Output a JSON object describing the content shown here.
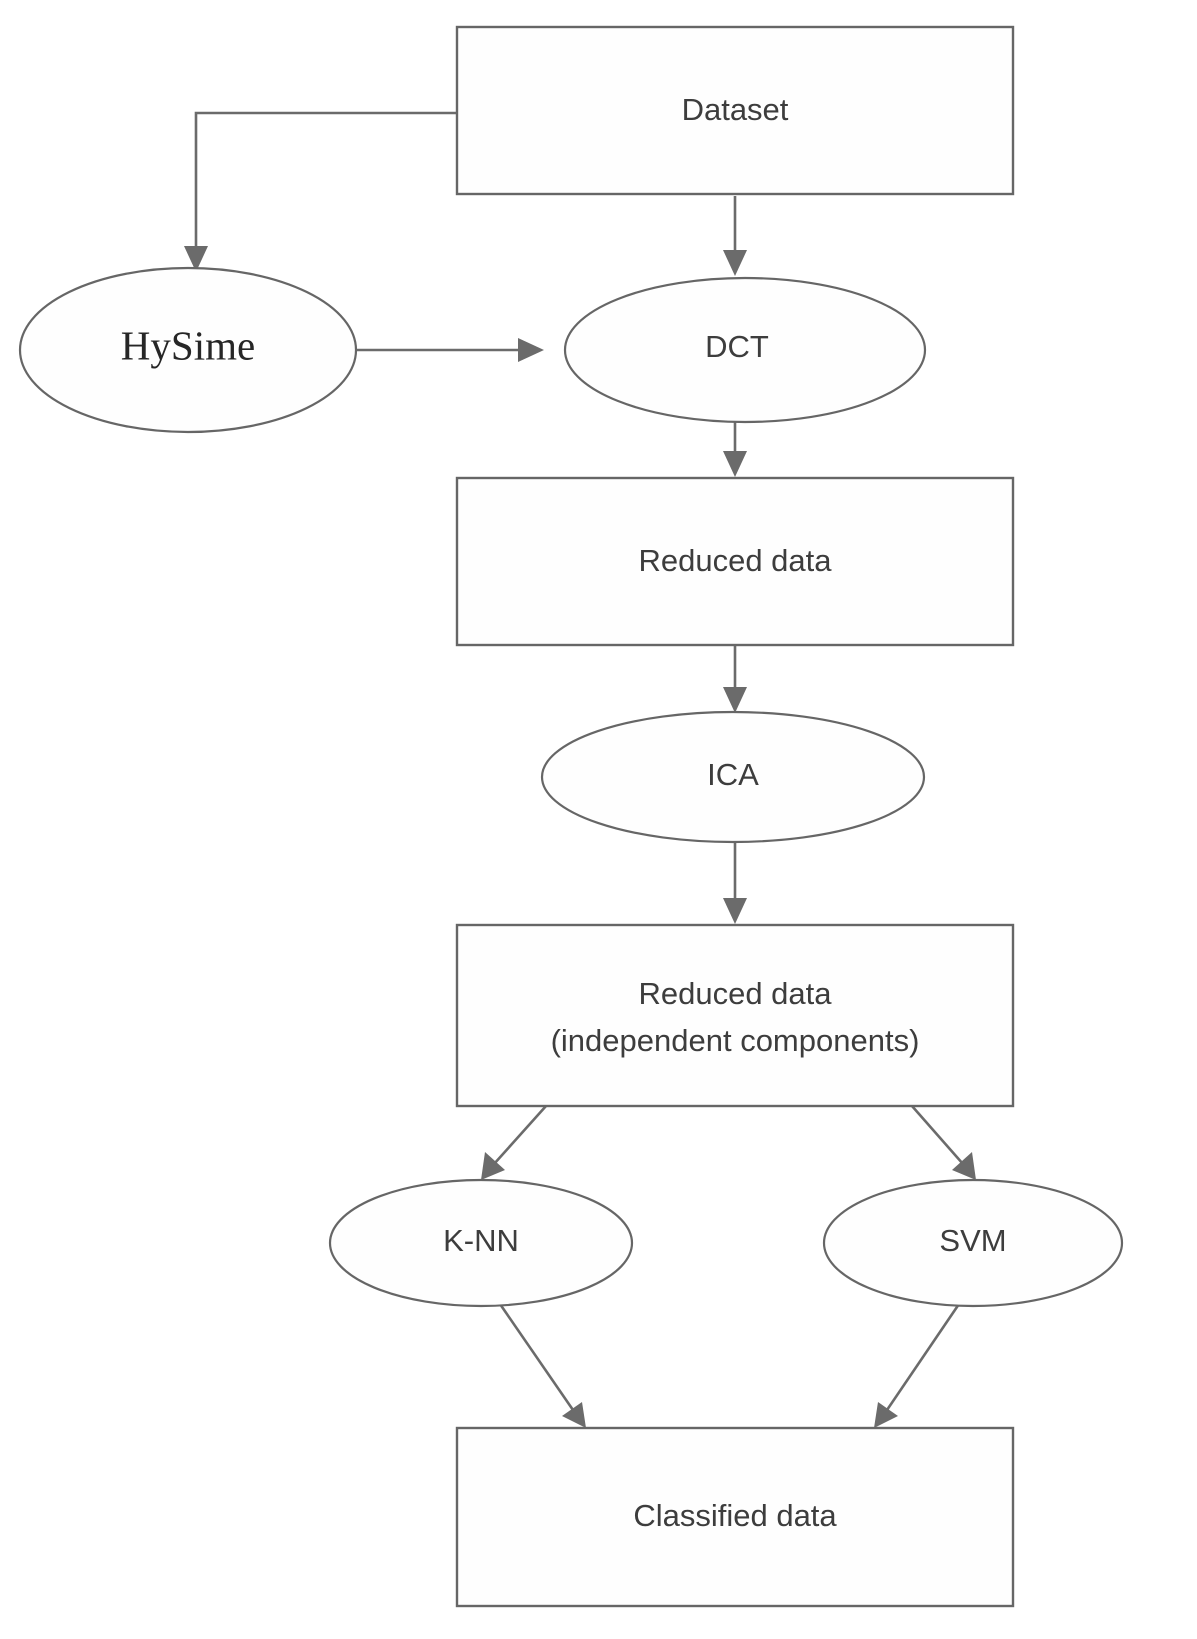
{
  "diagram": {
    "title": "Hyperspectral data classification pipeline flowchart",
    "background_color": "#ffffff",
    "stroke_color": "#6b6b6b",
    "node_fill_color": "#fefefe",
    "text_color": "#3d3d3d",
    "nodes": [
      {
        "id": "dataset",
        "label": "Dataset",
        "shape": "rectangle",
        "font": "sans"
      },
      {
        "id": "hysime",
        "label": "HySime",
        "shape": "ellipse",
        "font": "serif"
      },
      {
        "id": "dct",
        "label": "DCT",
        "shape": "ellipse",
        "font": "sans"
      },
      {
        "id": "reduced-data",
        "label": "Reduced data",
        "shape": "rectangle",
        "font": "sans"
      },
      {
        "id": "ica",
        "label": "ICA",
        "shape": "ellipse",
        "font": "sans"
      },
      {
        "id": "reduced-data-ic",
        "label_line1": "Reduced data",
        "label_line2": "(independent components)",
        "shape": "rectangle",
        "font": "sans"
      },
      {
        "id": "knn",
        "label": "K-NN",
        "shape": "ellipse",
        "font": "sans"
      },
      {
        "id": "svm",
        "label": "SVM",
        "shape": "ellipse",
        "font": "sans"
      },
      {
        "id": "classified-data",
        "label": "Classified data",
        "shape": "rectangle",
        "font": "sans"
      }
    ],
    "edges": [
      {
        "id": "dataset-to-hysime",
        "from": "dataset",
        "to": "hysime",
        "style": "elbow"
      },
      {
        "id": "dataset-to-dct",
        "from": "dataset",
        "to": "dct",
        "style": "straight"
      },
      {
        "id": "hysime-to-dct",
        "from": "hysime",
        "to": "dct",
        "style": "straight"
      },
      {
        "id": "dct-to-reduced-data",
        "from": "dct",
        "to": "reduced-data",
        "style": "straight"
      },
      {
        "id": "reduced-data-to-ica",
        "from": "reduced-data",
        "to": "ica",
        "style": "straight"
      },
      {
        "id": "ica-to-reduced-data-ic",
        "from": "ica",
        "to": "reduced-data-ic",
        "style": "straight"
      },
      {
        "id": "reduced-data-ic-to-knn",
        "from": "reduced-data-ic",
        "to": "knn",
        "style": "diagonal"
      },
      {
        "id": "reduced-data-ic-to-svm",
        "from": "reduced-data-ic",
        "to": "svm",
        "style": "diagonal"
      },
      {
        "id": "knn-to-classified-data",
        "from": "knn",
        "to": "classified-data",
        "style": "diagonal"
      },
      {
        "id": "svm-to-classified-data",
        "from": "svm",
        "to": "classified-data",
        "style": "diagonal"
      }
    ]
  }
}
